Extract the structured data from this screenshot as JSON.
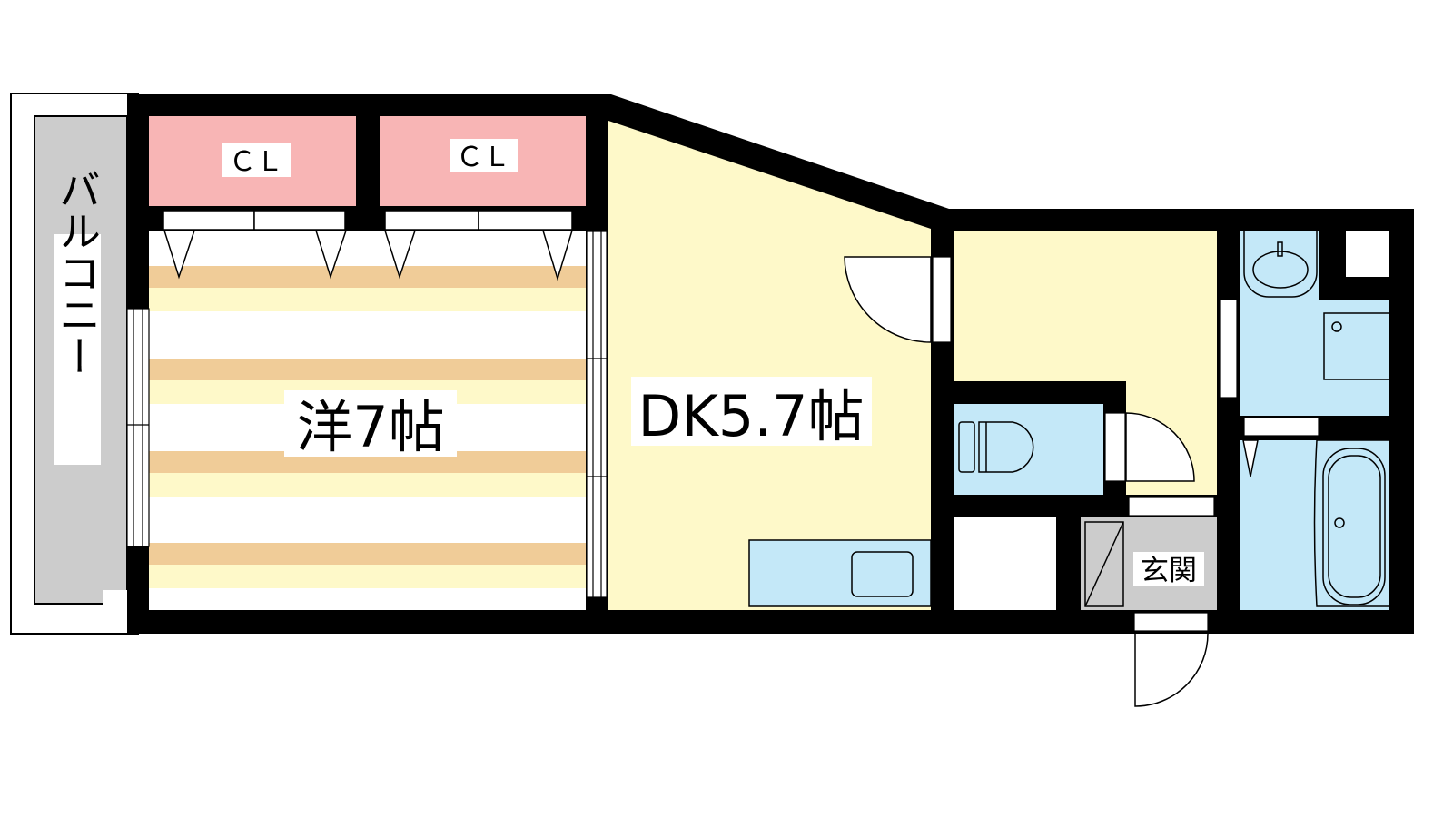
{
  "rooms": {
    "closet_left": "ＣＬ",
    "closet_right": "ＣＬ",
    "western_room": "洋7帖",
    "dining_kitchen": "DK5.7帖",
    "balcony": "バルコニー",
    "entrance": "玄関"
  },
  "colors": {
    "wall": "#000000",
    "closet": "#f8b5b5",
    "floor_yellow": "#fef9c9",
    "floor_stripe": "#f0cc98",
    "wet_area": "#c4e8f8",
    "balcony": "#cccccc",
    "entrance": "#cccccc"
  }
}
